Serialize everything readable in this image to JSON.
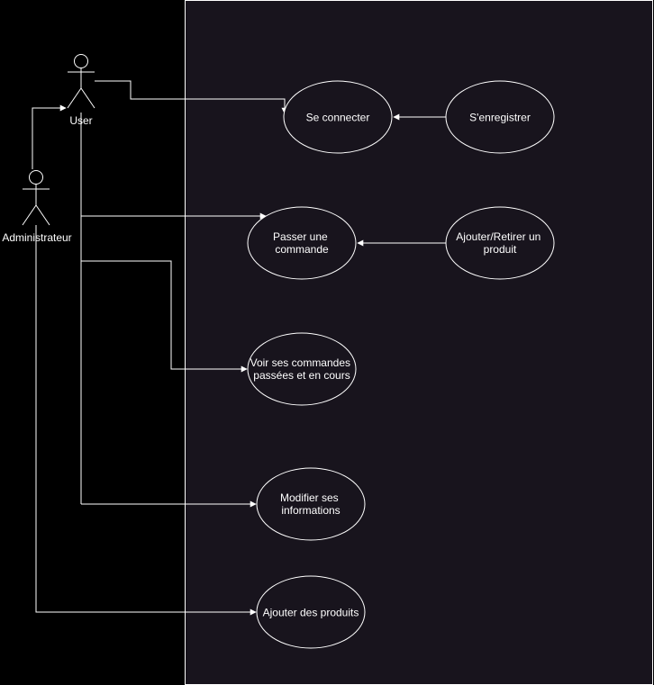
{
  "colors": {
    "page_background": "#000000",
    "system_background": "#18141d",
    "stroke": "#ffffff",
    "text": "#ffffff"
  },
  "actors": {
    "user": {
      "label": "User"
    },
    "admin": {
      "label": "Administrateur"
    }
  },
  "use_cases": {
    "se_connecter": {
      "lines": [
        "Se connecter"
      ]
    },
    "s_enregistrer": {
      "lines": [
        "S'enregistrer"
      ]
    },
    "passer_commande": {
      "lines": [
        "Passer une",
        "commande"
      ]
    },
    "ajouter_retirer_produit": {
      "lines": [
        "Ajouter/Retirer un",
        "produit"
      ]
    },
    "voir_commandes": {
      "lines": [
        "Voir ses commandes",
        "passées et en cours"
      ]
    },
    "modifier_informations": {
      "lines": [
        "Modifier ses",
        "informations"
      ]
    },
    "ajouter_produits": {
      "lines": [
        "Ajouter des produits"
      ]
    }
  }
}
